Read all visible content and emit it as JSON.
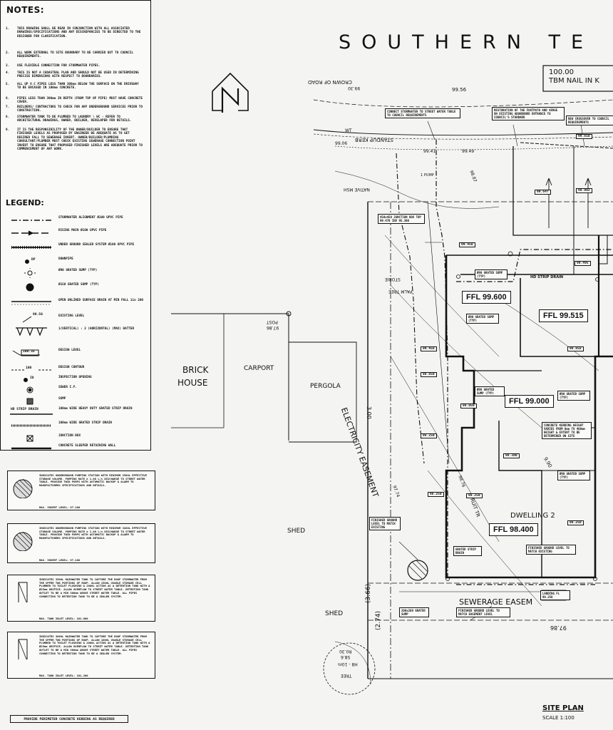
{
  "notes": {
    "title": "NOTES:",
    "items": [
      {
        "n": "1.",
        "text": "THIS DRAWING SHALL BE READ IN CONJUNCTION WITH ALL ASSOCIATED DRAWINGS/SPECIFICATIONS AND ANY DISCREPANCIES TO BE DIRECTED TO THE DESIGNER FOR CLARIFICATION."
      },
      {
        "n": "2.",
        "text": "ALL WORK EXTERNAL TO SITE BOUNDARY TO BE CARRIED OUT TO COUNCIL REQUIREMENTS."
      },
      {
        "n": "3.",
        "text": "USE FLEXIBLE CONNECTION FOR STORMWATER PIPES."
      },
      {
        "n": "4.",
        "text": "THIS IS NOT A CADASTRAL PLAN AND SHOULD NOT BE USED IN DETERMINING PRECISE DIMENSIONS WITH RESPECT TO BOUNDARIES."
      },
      {
        "n": "5.",
        "text": "ALL UP V.C PIPES LESS THAN 300mm BELOW THE SURFACE ON THE DRIVEWAY TO BE ENCASED IN 100mm CONCRETE."
      },
      {
        "n": "6.",
        "text": "PIPES LESS THAN 300mm IN DEPTH (FROM TOP OF PIPE) MUST HAVE CONCRETE COVER."
      },
      {
        "n": "7.",
        "text": "BUILDERS/ CONTRACTORS TO CHECK FOR ANY UNDERGROUND SERVICES PRIOR TO CONSTRUCTION."
      },
      {
        "n": "8.",
        "text": "STORMWATER TANK TO BE PLUMBED TO LAUNDRY \\ WC - REFER TO ARCHITECTURAL DRAWINGS, OWNER, BUILDER, DEVELOPER FOR DETAILS."
      },
      {
        "n": "9.",
        "text": "IT IS THE RESPONSIBILITY OF THE OWNER/BUILDER TO ENSURE THAT FINISHED LEVELS AS PROPOSED BY ENGINEER BE ADEQUATE AS TO GET DESIRED FALL TO SEWERAGE INVERT. OWNER/BUILDER/PLUMBING CONSULTANT/PLUMBER MUST CHECK EXISTING SEWERAGE CONNECTION POINT INVERT TO ENSURE THAT PROPOSED FINISHED LEVELS ARE ADEQUATE PRIOR TO COMMENCEMENT OF ANY WORK."
      }
    ]
  },
  "legend": {
    "title": "LEGEND:",
    "items": [
      {
        "label": "STORMWATER ALIGNMENT Ø100 UPVC PIPE",
        "sym": "dashdot"
      },
      {
        "label": "RISING MAIN Ø100 UPVC PIPE",
        "sym": "arrows"
      },
      {
        "label": "UNDER GROUND SEALED SYSTEM Ø100 UPVC PIPE",
        "sym": "sealed"
      },
      {
        "label": "DOWNPIPE",
        "sym": "dp",
        "text": "DP"
      },
      {
        "label": "Ø90 GRATED SUMP (TYP)",
        "sym": "sump90"
      },
      {
        "label": "Ø150 GRATED SUMP (TYP)",
        "sym": "sump150"
      },
      {
        "label": "OPEN UNLINED SURFACE DRAIN AT MIN FALL 1in 200",
        "sym": "openDrain"
      },
      {
        "label": "EXISTING LEVEL",
        "sym": "existing",
        "text": "99.50"
      },
      {
        "label": "1(VERTICAL) : 2 (HORIZONTAL) (MAX) BATTER",
        "sym": "batter"
      },
      {
        "label": "DESIGN LEVEL",
        "sym": "designLevel",
        "text": "100.35"
      },
      {
        "label": "DESIGN CONTOUR",
        "sym": "contour",
        "text": "100"
      },
      {
        "label": "INSPECTION OPENING",
        "sym": "io",
        "text": "IO"
      },
      {
        "label": "SEWER I.P.",
        "sym": "sewer"
      },
      {
        "label": "SUMP",
        "sym": "sump"
      },
      {
        "label": "100mm WIDE HEAVY DUTY GRATED STRIP DRAIN",
        "sym": "hdStrip",
        "text": "HD STRIP DRAIN"
      },
      {
        "label": "100mm WIDE GRATED STRIP DRAIN",
        "sym": "strip"
      },
      {
        "label": "JUNCTION BOX",
        "sym": "jbox"
      },
      {
        "label": "CONCRETE SLEEPER RETAINING WALL",
        "sym": "wall"
      }
    ]
  },
  "boxes": [
    {
      "text": "INDICATES UNDERGROUND PUMPING STATION WITH MINIMUM 2500L EFFECTIVE STORAGE VOLUME. PUMPING RATE ≥ 1.00 L/s DISCHARGE TO STREET WATER TABLE. PROVIDE TWIN PUMPS WITH AUTOMATIC BACKUP & ALARM TO MANUFACTURERS SPECIFICATIONS AND DETAILS.",
      "inv": "MAX. INVERT LEVEL: 97.100",
      "sym": "hatch"
    },
    {
      "text": "INDICATES UNDERGROUND PUMPING STATION WITH MINIMUM 3200L EFFECTIVE STORAGE VOLUME. PUMPING RATE ≥ 1.00 L/s DISCHARGE TO STREET WATER TABLE. PROVIDE TWIN PUMPS WITH AUTOMATIC BACKUP & ALARM TO MANUFACTURERS SPECIFICATIONS AND DETAILS.",
      "inv": "MAX. INVERT LEVEL: 97.100",
      "sym": "hatch"
    },
    {
      "text": "INDICATES 3500L RAINWATER TANK TO CAPTURE THE ROOF STORMWATER FROM THE UPPER TWO PORTIONS OF ROOF. ALLOW 1500L USABLE STORAGE CELL PLUMBED TO TOILET FLUSHING & 2000L ACTING AS A DETENTION TANK WITH A Ø25mm ORIFICE. ALLOW OVERFLOW TO STREET WATER TABLE. DETENTION TANK OUTLET TO BE A MIN 300mm ABOVE STREET WATER TABLE. ALL PIPES CONNECTING TO DETENTION TANK TO BE A SEALED SYSTEM.",
      "inv": "MAX. TANK INLET LEVEL: 101.600",
      "sym": "tank"
    },
    {
      "text": "INDICATES 3000L RAINWATER TANK TO CAPTURE THE ROOF STORMWATER FROM THE UPPER TWO PORTIONS OF ROOF. ALLOW 1000L USABLE STORAGE CELL PLUMBED TO TOILET FLUSHING & 2000L ACTING AS A DETENTION TANK WITH A Ø25mm ORIFICE. ALLOW OVERFLOW TO STREET WATER TABLE. DETENTION TANK OUTLET TO BE A MIN 300mm ABOVE STREET WATER TABLE. ALL PIPES CONNECTING TO DETENTION TANK TO BE A SEALED SYSTEM.",
      "inv": "MAX. TANK INLET LEVEL: 101.200",
      "sym": "tank"
    }
  ],
  "kerbing": "PROVIDE PERIMETER CONCRETE KERBING AS REQUIRED",
  "plan": {
    "street": "SOUTHERN TE",
    "tbm_level": "100.00",
    "tbm_text": "TBM NAIL IN K",
    "crown": "CROWN OF ROAD",
    "crown_level": "99.30",
    "level_9956": "99.56",
    "standup_kerb": "STANDUP KERB",
    "wt": "WT",
    "level_9906": "99.06",
    "level_9941": "99.41",
    "level_9949": "99.49",
    "one_pump": "1 PUMP",
    "native_msh": "NATIVE MSH",
    "palm_tree": "PALM TREE",
    "stobie": "STOBIE",
    "post": "POST",
    "post_level": "97.86",
    "brick_house_1": "BRICK",
    "brick_house_2": "HOUSE",
    "carport": "CARPORT",
    "pergola": "PERGOLA",
    "shed1": "SHED",
    "shed2": "SHED",
    "electricity_easement": "ELECTRICITY EASEMENT",
    "easement_width": "3.00",
    "dwelling2": "DWELLING 2",
    "ffl1": "FFL 99.600",
    "ffl2": "FFL 99.515",
    "ffl3": "FFL 99.000",
    "ffl4": "FFL 98.400",
    "sewerage_easement": "SEWERAGE EASEM",
    "hd_strip_drain": "HD STRIP DRAIN",
    "tree_label": "TREE",
    "tree_h": "H8 - 10m",
    "tree_s": "S8.6",
    "tree_r": "R0.30",
    "dim_366": "(3.66)",
    "dim_274": "(2.74)",
    "fruit_tree": "FRUIT TR",
    "level_9874": "97.74",
    "level_9876": "98.76",
    "level_9786": "97.86",
    "grd": "9.90",
    "level_9887": "98.87",
    "title": "SITE PLAN",
    "scale": "SCALE 1:100",
    "tags": {
      "connect": "CONNECT STORMWATER TO STREET WATER TABLE TO COUNCIL REQUIREMENTS",
      "restoration": "RESTORATION OF THE FOOTPATH AND VERGE ON EXISTING ABANDONED ENTRANCE TO COUNCIL'S STANDARD",
      "crossover": "NEW CROSSOVER TO COUNCIL REQUIREMENTS",
      "junction": "450x450 JUNCTION BOX TOP 99.470 INV 95.300",
      "sump1": "Ø90 GRATED SUMP (TYP)",
      "sump2": "Ø90 GRATED SUMP (TYP)",
      "sump3": "Ø90 GRATED SUMP (TYP)",
      "sump4": "Ø90 GRATED SUMP (TYP)",
      "sump5": "Ø90 GRATED SUMP (TYP)",
      "sump6": "Ø90 GRATED SUMP (TYP)",
      "retaining": "CONCRETE KERBING HEIGHT VARIES FROM 0mm TO 400mm HEIGHT & EXTENT TO BE DETERMINED ON SITE",
      "finished_ground": "FINISHED GROUND LEVEL TO MATCH EXISTING",
      "finished_ground2": "FINISHED GROUND LEVEL TO MATCH EXISTING",
      "grated_strip": "GRATED STRIP DRAIN",
      "finished_easement": "FINISHED GROUND LEVEL TO MATCH EASEMENT LEVEL",
      "sump_200": "200x200 GRATED SUMP",
      "landing": "LANDING FL 98.250"
    },
    "levels": [
      "99.810",
      "99.647",
      "99.902",
      "99.495",
      "99.450",
      "98.858",
      "99.458",
      "98.850",
      "98.050",
      "98.250",
      "98.300",
      "98.250",
      "98.250",
      "98.250"
    ]
  }
}
